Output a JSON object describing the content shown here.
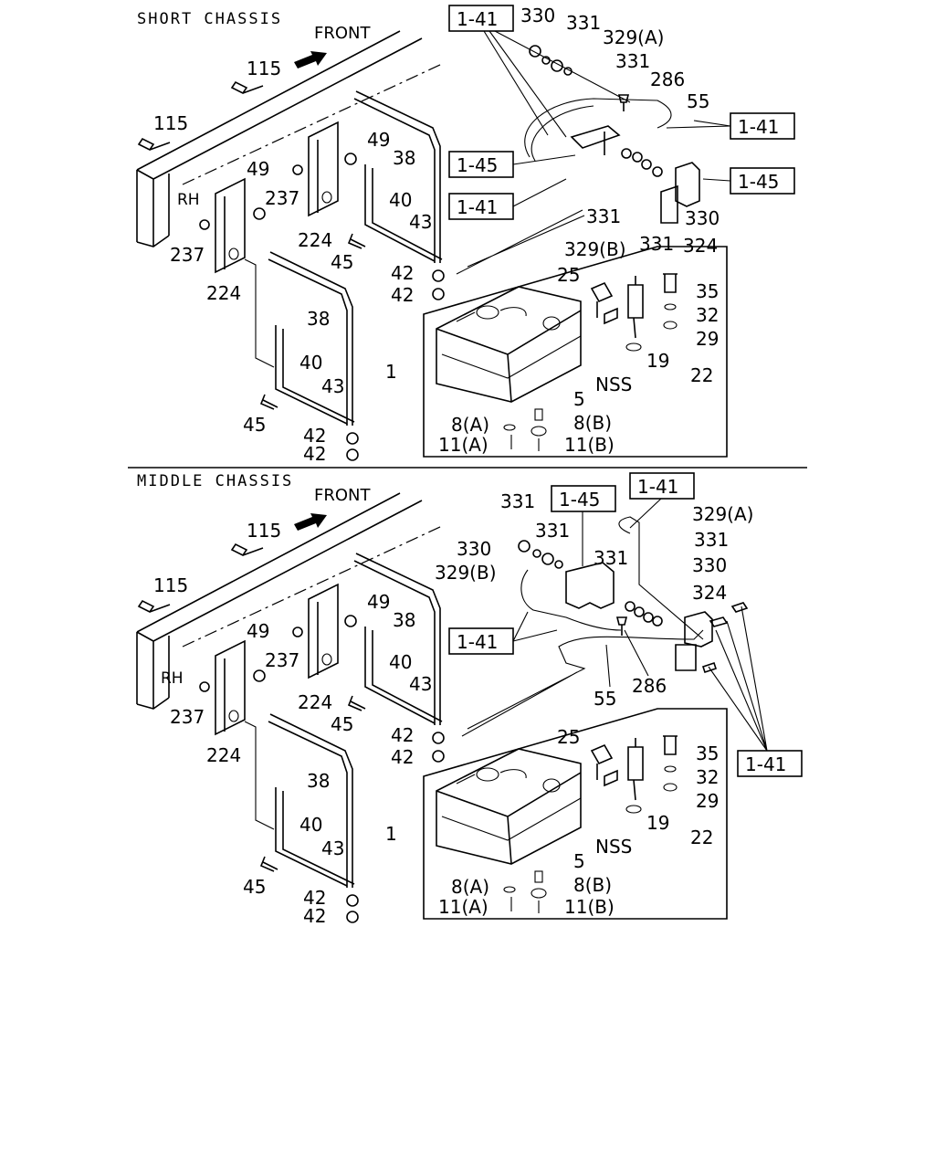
{
  "sections": [
    {
      "title": "SHORT CHASSIS",
      "front": "FRONT",
      "side": "RH",
      "labels": {
        "l115a": "115",
        "l115b": "115",
        "l49a": "49",
        "l49b": "49",
        "l237a": "237",
        "l237b": "237",
        "l224a": "224",
        "l224b": "224",
        "l38a": "38",
        "l38b": "38",
        "l40a": "40",
        "l40b": "40",
        "l43a": "43",
        "l43b": "43",
        "l45a": "45",
        "l45b": "45",
        "l42a": "42",
        "l42b": "42",
        "l42c": "42",
        "l42d": "42",
        "l1": "1",
        "l25": "25",
        "l35": "35",
        "l32": "32",
        "l29": "29",
        "l19": "19",
        "l22": "22",
        "lnss": "NSS",
        "l5": "5",
        "l8a": "8(A)",
        "l8b": "8(B)",
        "l11a": "11(A)",
        "l11b": "11(B)",
        "l330a": "330",
        "l331a": "331",
        "l329a": "329(A)",
        "l331b": "331",
        "l286": "286",
        "l55": "55",
        "l331c": "331",
        "l329b": "329(B)",
        "l331d": "331",
        "l330b": "330",
        "l324": "324"
      },
      "refs": [
        "1-41",
        "1-41",
        "1-45",
        "1-41",
        "1-45"
      ]
    },
    {
      "title": "MIDDLE CHASSIS",
      "front": "FRONT",
      "side": "RH",
      "labels": {
        "l115a": "115",
        "l115b": "115",
        "l49a": "49",
        "l49b": "49",
        "l237a": "237",
        "l237b": "237",
        "l224a": "224",
        "l224b": "224",
        "l38a": "38",
        "l38b": "38",
        "l40a": "40",
        "l40b": "40",
        "l43a": "43",
        "l43b": "43",
        "l45a": "45",
        "l45b": "45",
        "l42a": "42",
        "l42b": "42",
        "l42c": "42",
        "l42d": "42",
        "l1": "1",
        "l25": "25",
        "l35": "35",
        "l32": "32",
        "l29": "29",
        "l19": "19",
        "l22": "22",
        "lnss": "NSS",
        "l5": "5",
        "l8a": "8(A)",
        "l8b": "8(B)",
        "l11a": "11(A)",
        "l11b": "11(B)",
        "l331a": "331",
        "l330a": "330",
        "l331b": "331",
        "l329b": "329(B)",
        "l331c": "331",
        "l329a": "329(A)",
        "l331d": "331",
        "l330b": "330",
        "l324": "324",
        "l286": "286",
        "l55": "55"
      },
      "refs": [
        "1-45",
        "1-41",
        "1-41",
        "1-41"
      ]
    }
  ]
}
